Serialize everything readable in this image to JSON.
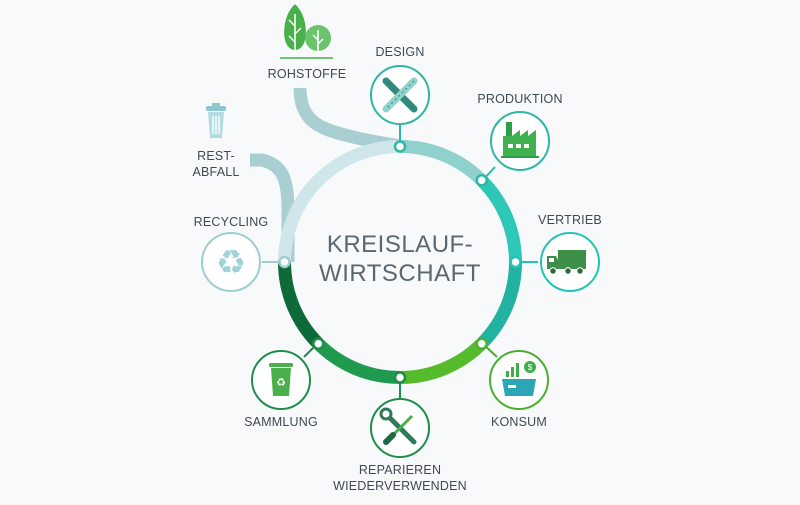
{
  "title": {
    "line1": "KREISLAUF-",
    "line2": "WIRTSCHAFT"
  },
  "nodes": {
    "design": {
      "label": "DESIGN",
      "icon": "pencil-ruler-icon",
      "color": "#2fb6a6"
    },
    "produktion": {
      "label": "PRODUKTION",
      "icon": "factory-icon",
      "color": "#2fb6a6"
    },
    "vertrieb": {
      "label": "VERTRIEB",
      "icon": "truck-icon",
      "color": "#22c4b4"
    },
    "konsum": {
      "label": "KONSUM",
      "icon": "shopping-box-icon",
      "color": "#4caf2f"
    },
    "reparieren": {
      "label_line1": "REPARIEREN",
      "label_line2": "WIEDERVERWENDEN",
      "icon": "wrench-screwdriver-icon",
      "color": "#1e8e4a"
    },
    "sammlung": {
      "label": "SAMMLUNG",
      "icon": "recycling-bin-icon",
      "color": "#1e8e4a"
    },
    "recycling": {
      "label": "RECYCLING",
      "icon": "recycle-icon",
      "color": "#9fcdd1"
    }
  },
  "inputs": {
    "rohstoffe": {
      "label": "ROHSTOFFE",
      "icon": "trees-icon",
      "color": "#47b04b"
    },
    "restabfall": {
      "label_line1": "REST-",
      "label_line2": "ABFALL",
      "icon": "trash-can-icon",
      "color": "#a9d2d6"
    }
  }
}
